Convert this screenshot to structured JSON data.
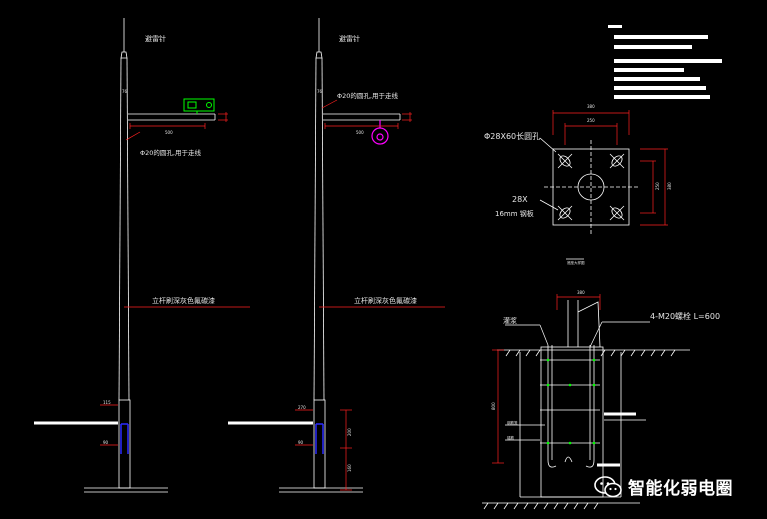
{
  "left_pole": {
    "lightning_rod_label": "避雷针",
    "cable_hole_label": "Φ20的圆孔,用于走线",
    "paint_note": "立杆刷深灰色氟碳漆",
    "arm_length": "500",
    "height_mark": "76",
    "base_dim_top": "115",
    "base_dim_bottom": "90"
  },
  "right_pole": {
    "lightning_rod_label": "避雷针",
    "cable_hole_label": "Φ20的圆孔,用于走线",
    "paint_note": "立杆刷深灰色氟碳漆",
    "arm_length": "500",
    "height_mark": "76",
    "base_dim_top": "270",
    "base_dim_bottom": "90",
    "side_dim_top": "200",
    "side_dim_bottom": "160"
  },
  "base_plate": {
    "outer_width": "380",
    "inner_width": "250",
    "bolt_hole_label": "Φ28X60长圆孔",
    "thickness_label_line1": "28X",
    "thickness_label_line2": "16mm 钢板",
    "side_outer": "380",
    "side_inner": "250",
    "caption": "底座大样图"
  },
  "foundation": {
    "width_dim": "380",
    "bolt_label": "4-M20螺栓 L=600",
    "grout_label": "灌浆",
    "depth_dim": "800",
    "rebar_label": "钢筋笼",
    "anchor_label": "锚筋"
  },
  "watermark": {
    "text": "智能化弱电圈",
    "icon": "wechat-icon"
  },
  "colors": {
    "background": "#000000",
    "line": "#ffffff",
    "dimension": "#ff2020",
    "camera": "#00ff00",
    "dome": "#ff00ff",
    "base": "#2a2aff",
    "rebar": "#ffffff",
    "node": "#00ff00"
  }
}
